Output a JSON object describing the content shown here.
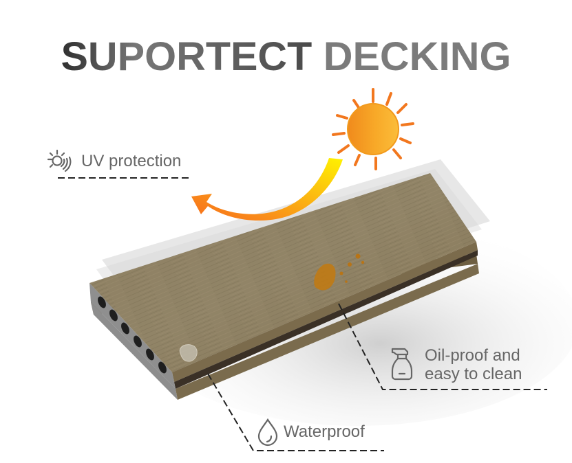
{
  "title": {
    "part1": "SUPORTECT",
    "part2": "DECKING"
  },
  "features": [
    {
      "id": "uv",
      "icon": "sun-uv-icon",
      "label": "UV protection"
    },
    {
      "id": "oil",
      "icon": "spray-bottle-icon",
      "label_line1": "Oil-proof and",
      "label_line2": "easy to clean"
    },
    {
      "id": "water",
      "icon": "water-drop-icon",
      "label": "Waterproof"
    }
  ],
  "colors": {
    "title_dark": "#3d3d3d",
    "title_light": "#7b7b7b",
    "label_text": "#666666",
    "board_wood": "#8a7b5e",
    "sun_orange": "#f7a21b",
    "arrow_orange": "#f7731a",
    "oil_stain": "#c47a12",
    "leader_line": "#222222"
  }
}
